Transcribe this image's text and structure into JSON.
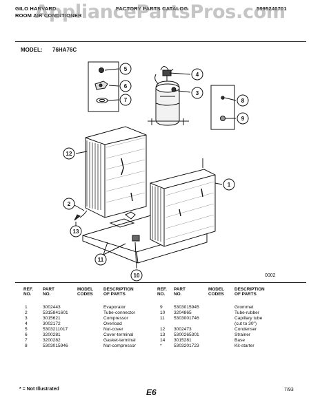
{
  "header": {
    "brand_line1": "GILO HARVARD",
    "brand_line2": "ROOM AIR CONDITIONER",
    "catalog_title": "FACTORY PARTS CATALOG",
    "catalog_number": "5995240701",
    "watermark": "AppliancePartsPros.com"
  },
  "model": {
    "label": "MODEL:",
    "value": "76HA76C"
  },
  "diagram": {
    "callouts": [
      "1",
      "2",
      "3",
      "4",
      "5",
      "6",
      "7",
      "8",
      "9",
      "10",
      "11",
      "12",
      "13"
    ],
    "figure_number": "0002"
  },
  "table": {
    "headers": {
      "ref": [
        "REF.",
        "NO."
      ],
      "part": [
        "PART",
        "NO."
      ],
      "model": [
        "MODEL",
        "CODES"
      ],
      "desc": [
        "DESCRIPTION",
        "OF PARTS"
      ]
    },
    "left_rows": [
      {
        "ref": "1",
        "part": "3002443",
        "desc": "Evaporator"
      },
      {
        "ref": "2",
        "part": "5315841601",
        "desc": "Tube-connector"
      },
      {
        "ref": "3",
        "part": "3015621",
        "desc": "Compressor"
      },
      {
        "ref": "4",
        "part": "3002172",
        "desc": "Overload"
      },
      {
        "ref": "5",
        "part": "5303211017",
        "desc": "Nut-cover"
      },
      {
        "ref": "6",
        "part": "3200281",
        "desc": "Cover-terminal"
      },
      {
        "ref": "7",
        "part": "3200282",
        "desc": "Gasket-terminal"
      },
      {
        "ref": "8",
        "part": "5303015946",
        "desc": "Nut-compressor"
      }
    ],
    "right_rows": [
      {
        "ref": "9",
        "part": "5303015945",
        "desc": "Grommet"
      },
      {
        "ref": "10",
        "part": "3204865",
        "desc": "Tube-rubber"
      },
      {
        "ref": "11",
        "part": "5303001746",
        "desc": "Capillary tube"
      },
      {
        "ref": "",
        "part": "",
        "desc": "(cut to 30\")"
      },
      {
        "ref": "12",
        "part": "3002473",
        "desc": "Condenser"
      },
      {
        "ref": "13",
        "part": "5300265301",
        "desc": "Strainer"
      },
      {
        "ref": "14",
        "part": "3015281",
        "desc": "Base"
      },
      {
        "ref": "*",
        "part": "5303201723",
        "desc": "Kit-starter"
      }
    ]
  },
  "footer": {
    "note": "* = Not Illustrated",
    "page": "E6",
    "date": "7/93"
  }
}
